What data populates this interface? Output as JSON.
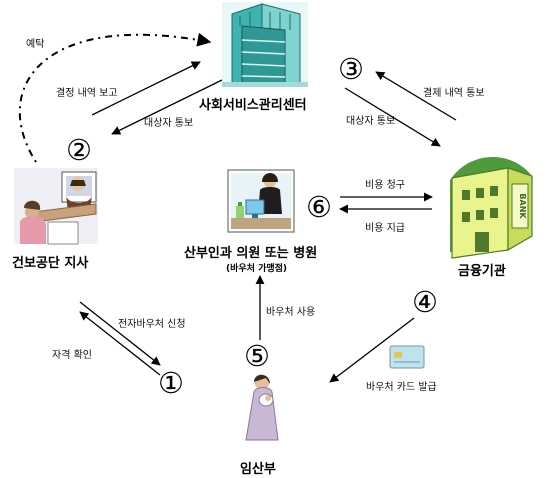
{
  "nodes": {
    "center": {
      "title": "사회서비스관리센터"
    },
    "branch": {
      "title": "건보공단 지사"
    },
    "hospital": {
      "title": "산부인과 의원 또는 병원",
      "subtitle": "(바우처 가맹점)"
    },
    "bank": {
      "title": "금융기관",
      "sign": "BANK"
    },
    "mother": {
      "title": "임산부"
    }
  },
  "steps": [
    "①",
    "②",
    "③",
    "④",
    "⑤",
    "⑥"
  ],
  "edges": {
    "deposit": "예탁",
    "approval_report": "결정 내역 보고",
    "target_notice_center_branch": "대상자 통보",
    "payment_notice": "결제 내역 통보",
    "target_notice_center_bank": "대상자 통보",
    "cost_claim": "비용 청구",
    "cost_payment": "비용 지급",
    "voucher_apply": "전자바우처 신청",
    "eligibility_check": "자격 확인",
    "voucher_use": "바우처 사용",
    "card_issue": "바우처 카드 발급"
  },
  "colors": {
    "building_teal": "#3fb3b0",
    "bank_yellow": "#e9f58c",
    "bank_green": "#4f9a3a",
    "mother_dress": "#c9b8d4",
    "arrow": "#000000"
  }
}
